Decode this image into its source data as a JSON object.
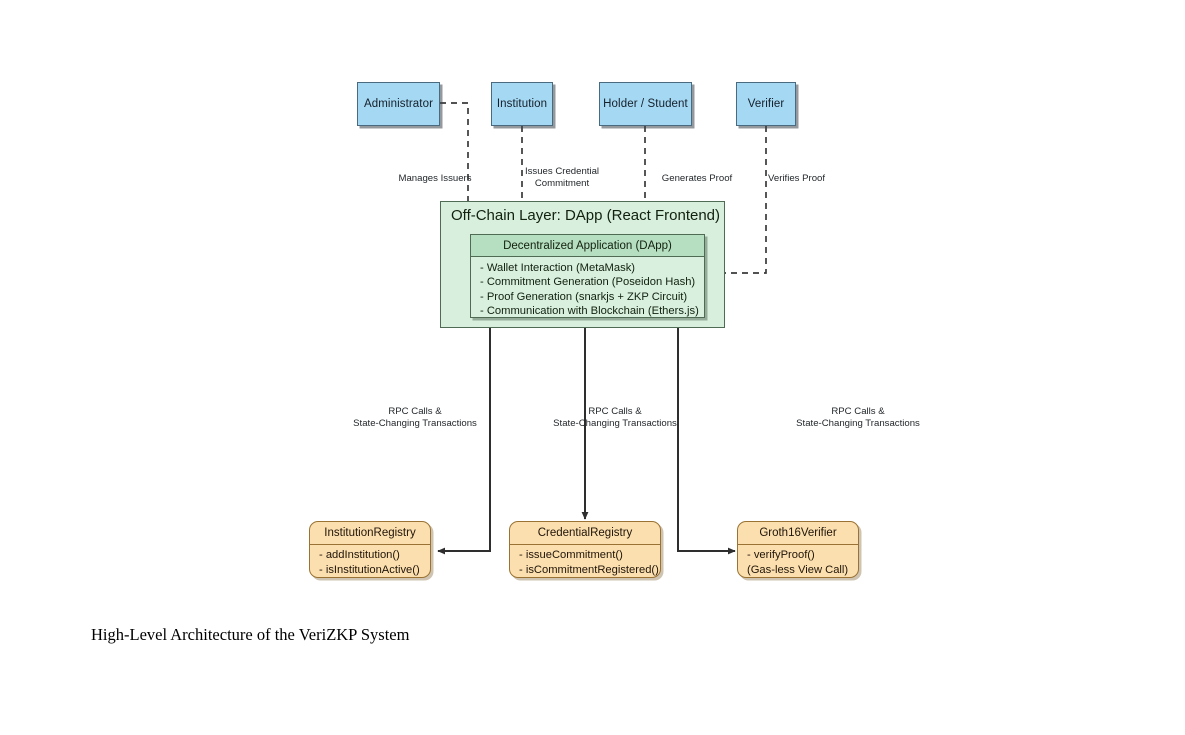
{
  "diagram": {
    "caption": "High-Level Architecture of the VeriZKP System",
    "colors": {
      "actor_fill": "#a5d8f3",
      "actor_stroke": "#4a6a80",
      "layer_fill": "#d7efdc",
      "layer_stroke": "#4f6b54",
      "dapp_head_fill": "#b6dec0",
      "contract_fill": "#fcdfae",
      "contract_stroke": "#9a7334",
      "wire": "#333333"
    },
    "actors": [
      {
        "id": "administrator",
        "label": "Administrator"
      },
      {
        "id": "institution",
        "label": "Institution"
      },
      {
        "id": "holder",
        "label": "Holder / Student"
      },
      {
        "id": "verifier",
        "label": "Verifier"
      }
    ],
    "actor_edge_labels": [
      {
        "id": "manages-issuers",
        "text": "Manages Issuers"
      },
      {
        "id": "issues-commitment",
        "text": "Issues Credential\nCommitment"
      },
      {
        "id": "generates-proof",
        "text": "Generates Proof"
      },
      {
        "id": "verifies-proof",
        "text": "Verifies Proof"
      }
    ],
    "offchain_layer": {
      "title": "Off-Chain Layer: DApp (React Frontend)",
      "dapp": {
        "header": "Decentralized Application (DApp)",
        "items": [
          "- Wallet Interaction (MetaMask)",
          "- Commitment Generation (Poseidon Hash)",
          "- Proof Generation (snarkjs + ZKP Circuit)",
          "- Communication with Blockchain (Ethers.js)"
        ]
      }
    },
    "rpc_edge_labels": [
      {
        "id": "rpc-left",
        "text": "RPC Calls &\nState-Changing Transactions"
      },
      {
        "id": "rpc-center",
        "text": "RPC Calls &\nState-Changing Transactions"
      },
      {
        "id": "rpc-right",
        "text": "RPC Calls &\nState-Changing Transactions"
      }
    ],
    "contracts": [
      {
        "id": "institution-registry",
        "header": "InstitutionRegistry",
        "items": [
          "- addInstitution()",
          "- isInstitutionActive()"
        ]
      },
      {
        "id": "credential-registry",
        "header": "CredentialRegistry",
        "items": [
          "- issueCommitment()",
          "- isCommitmentRegistered()"
        ]
      },
      {
        "id": "groth16-verifier",
        "header": "Groth16Verifier",
        "items": [
          "- verifyProof()",
          "(Gas-less View Call)"
        ]
      }
    ]
  }
}
